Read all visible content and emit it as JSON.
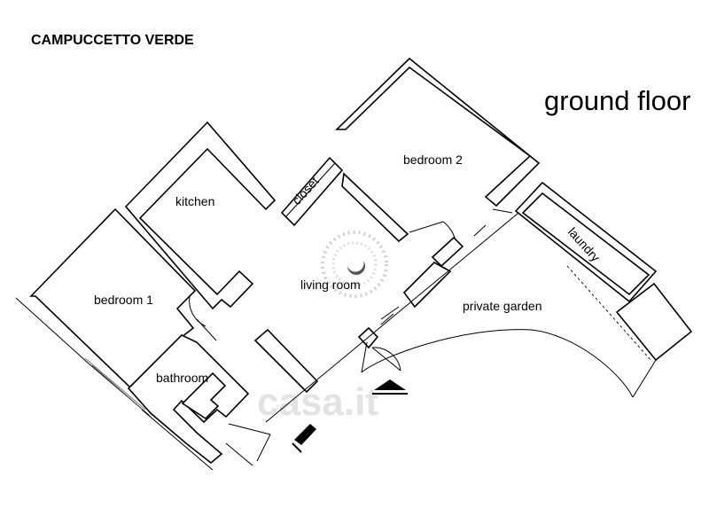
{
  "header": {
    "title": "CAMPUCCETTO VERDE",
    "floor_label": "ground floor"
  },
  "rooms": {
    "kitchen": "kitchen",
    "closet": "closet",
    "bedroom_2": "bedroom 2",
    "laundry": "laundry",
    "bedroom_1": "bedroom 1",
    "living_room": "living room",
    "private_garden": "private garden",
    "bathroom": "bathroom"
  },
  "watermark": "casa.it",
  "icons": {
    "entrance_main": "entrance-arrow-icon",
    "entrance_garden": "entrance-arrow-icon",
    "compass_ornament": "rosette-icon"
  }
}
